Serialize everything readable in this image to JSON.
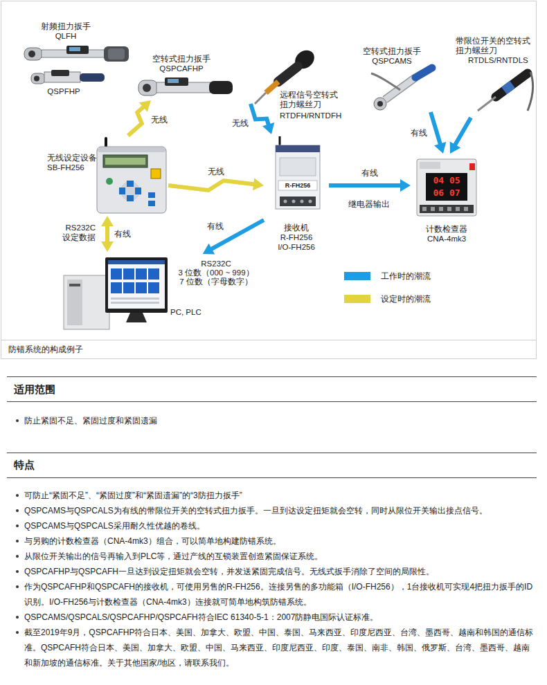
{
  "diagram": {
    "caption": "防错系统的构成例子",
    "nodes": [
      {
        "text": [
          "射频扭力扳手",
          "QLFH"
        ]
      },
      {
        "text": [
          "QSPFHP"
        ]
      },
      {
        "text": [
          "空转式扭力扳手",
          "QSPCAFHP"
        ]
      },
      {
        "text": [
          "远程信号空转式扭力螺丝刀",
          "RTDFH/RNTDFH"
        ]
      },
      {
        "text": [
          "空转式扭力扳手",
          "QSPCAMS"
        ]
      },
      {
        "text": [
          "带限位开关的空转式扭力螺丝刀",
          "RTDLS/RNTDLS"
        ]
      },
      {
        "text": [
          "无线设定设备",
          "SB-FH256"
        ]
      },
      {
        "text": [
          "接收机",
          "R-FH256",
          "I/O-FH256"
        ]
      },
      {
        "text": [
          "计数检查器",
          "CNA-4mk3"
        ]
      },
      {
        "text": [
          "PC, PLC"
        ]
      }
    ],
    "edges": [
      {
        "from": 6,
        "to": 2,
        "arrow": "to",
        "label": "无线"
      },
      {
        "from": 3,
        "to": 7,
        "arrow": "to",
        "label": "无线"
      },
      {
        "from": 6,
        "to": 7,
        "arrow": "to",
        "label": "无线"
      },
      {
        "from": 7,
        "to": 8,
        "arrow": "to",
        "label": "有线"
      },
      {
        "from": 4,
        "to": 8,
        "arrow": "to",
        "label": "有线"
      },
      {
        "from": 5,
        "to": 8,
        "arrow": "to"
      },
      {
        "from": 6,
        "to": 9,
        "arrow": "both",
        "label": "有线"
      },
      {
        "from": 7,
        "to": 9,
        "arrow": "to",
        "label": "有线"
      }
    ],
    "labels": [
      "R-FH256",
      "04 05",
      "06 07",
      "继电器输出",
      "RS232C 设定数据",
      "RS232C",
      "3 位数（000 ~ 999）",
      "7 位数（字母数字）",
      "适用范围",
      "防止紧固不足、紧固过度和紧固遗漏",
      "特点",
      "可防止“紧固不足”、“紧固过度”和“紧固遗漏”的“3防扭力扳手”",
      "QSPCAMS与QSPCALS为有线的带限位开关的空转式扭力扳手。一旦到达设定扭矩就会空转，同时从限位开关输出接点信号。",
      "QSPCAMS与QSPCALS采用耐久性优越的卷线。",
      "与另购的计数检查器（CNA-4mk3）组合，可以简单地构建防错系统。",
      "从限位开关输出的信号再输入到PLC等，通过产线的互锁装置创造紧固保证系统。",
      "QSPCAFHP与QSPCAFH一旦达到设定扭矩就会空转，并发送紧固完成信号。无线式扳手消除了空间的局限性。",
      "作为QSPCAFHP和QSPCAFH的接收机，可使用另售的R-FH256。连接另售的多功能箱（I/O-FH256），1台接收机可实现4把扭力扳手的ID识别。I/O-FH256与计数检查器（CNA-4mk3）连接就可简单地构筑防错系统。",
      "QSPCAMS/QSPCALS/QSPCAFHP/QSPCAFH符合IEC 61340-5-1：2007防静电国际认证标准。",
      "截至2019年9月，QSPCAFHP符合日本、美国、加拿大、欧盟、中国、泰国、马来西亚、印度尼西亚、台湾、墨西哥、越南和韩国的通信标准。QSPCAFH符合日本、美国、加拿大、欧盟、中国、马来西亚、印度尼西亚、印度、泰国、南非、韩国、俄罗斯、台湾、墨西哥、越南和新加坡的通信标准。关于其他国家/地区，请联系我们。"
    ],
    "legend": [
      {
        "text": "工作时的潮流",
        "color": "#1e9de3"
      },
      {
        "text": "设定时的潮流",
        "color": "#e2d33f"
      }
    ]
  }
}
